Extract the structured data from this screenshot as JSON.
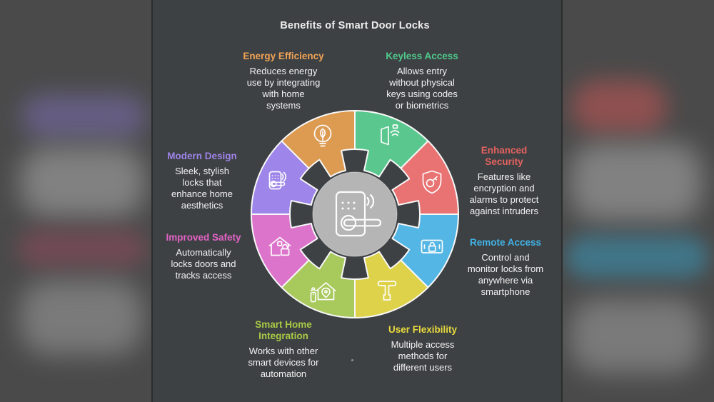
{
  "title": "Benefits of Smart Door Locks",
  "colors": {
    "panel_bg": "#3e4144",
    "outside_bg": "#4a4a4a",
    "title_text": "#ededed",
    "body_text": "#f2f2f2"
  },
  "wheel": {
    "hub_color": "#b5b5b5",
    "segment_stroke": "#f8f8f8",
    "center_icon": "smart-lock-icon",
    "segments": [
      {
        "id": "keyless",
        "label": "Keyless Access",
        "color": "#5ac88e",
        "start": 0,
        "end": 45,
        "icon": "door-wifi-icon"
      },
      {
        "id": "enhanced",
        "label": "Enhanced Security",
        "color": "#e97272",
        "start": 45,
        "end": 90,
        "icon": "shield-key-icon"
      },
      {
        "id": "remote",
        "label": "Remote Access",
        "color": "#54b6e4",
        "start": 90,
        "end": 135,
        "icon": "phone-lock-icon"
      },
      {
        "id": "userflex",
        "label": "User Flexibility",
        "color": "#ddd249",
        "start": 135,
        "end": 180,
        "icon": "t-key-icon"
      },
      {
        "id": "smarthome",
        "label": "Smart Home Integration",
        "color": "#a8c95c",
        "start": 180,
        "end": 225,
        "icon": "home-automation-icon"
      },
      {
        "id": "safety",
        "label": "Improved Safety",
        "color": "#dd74cb",
        "start": 225,
        "end": 270,
        "icon": "house-lock-icon"
      },
      {
        "id": "modern",
        "label": "Modern Design",
        "color": "#9e85e9",
        "start": 270,
        "end": 315,
        "icon": "keypad-lock-icon"
      },
      {
        "id": "energy",
        "label": "Energy Efficiency",
        "color": "#dd9b52",
        "start": 315,
        "end": 360,
        "icon": "eco-bulb-icon"
      }
    ]
  },
  "sections": {
    "energy": {
      "heading": "Energy Efficiency",
      "color": "#f0a355",
      "body": [
        "Reduces energy",
        "use by integrating",
        "with home",
        "systems"
      ]
    },
    "keyless": {
      "heading": "Keyless Access",
      "color": "#4fc98b",
      "body": [
        "Allows entry",
        "without physical",
        "keys using codes",
        "or biometrics"
      ]
    },
    "enhanced": {
      "heading": [
        "Enhanced",
        "Security"
      ],
      "color": "#e4625f",
      "body": [
        "Features like",
        "encryption and",
        "alarms to protect",
        "against intruders"
      ]
    },
    "remote": {
      "heading": "Remote Access",
      "color": "#41b2e5",
      "body": [
        "Control and",
        "monitor locks from",
        "anywhere via",
        "smartphone"
      ]
    },
    "userflex": {
      "heading": "User Flexibility",
      "color": "#e9da3d",
      "body": [
        "Multiple access",
        "methods for",
        "different users"
      ]
    },
    "smarthome": {
      "heading": [
        "Smart Home",
        "Integration"
      ],
      "color": "#a9cb45",
      "body": [
        "Works with other",
        "smart devices for",
        "automation"
      ]
    },
    "safety": {
      "heading": "Improved Safety",
      "color": "#e263c5",
      "body": [
        "Automatically",
        "locks doors and",
        "tracks access"
      ]
    },
    "modern": {
      "heading": "Modern Design",
      "color": "#9f83e8",
      "body": [
        "Sleek, stylish",
        "locks that",
        "enhance home",
        "aesthetics"
      ]
    }
  }
}
